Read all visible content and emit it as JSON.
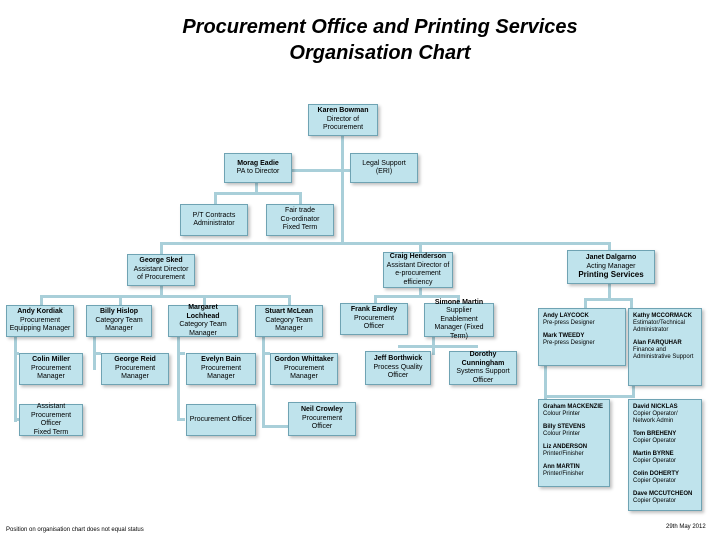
{
  "title": {
    "line1": "Procurement Office and Printing Services",
    "line2": "Organisation Chart"
  },
  "director": {
    "name": "Karen Bowman",
    "role": "Director of Procurement"
  },
  "pa": {
    "name": "Morag Eadie",
    "role": "PA to Director"
  },
  "legal": {
    "line1": "Legal Support",
    "line2": "(ERI)"
  },
  "pt_contracts": {
    "line1": "P/T Contracts",
    "line2": "Administrator"
  },
  "fair_trade": {
    "line1": "Fair trade",
    "line2": "Co-ordinator",
    "line3": "Fixed Term"
  },
  "george_sked": {
    "name": "George Sked",
    "role": "Assistant Director of Procurement"
  },
  "craig_henderson": {
    "name": "Craig Henderson",
    "role": "Assistant Director of e-procurement efficiency"
  },
  "janet_dalgarno": {
    "name": "Janet Dalgarno",
    "role": "Acting Manager",
    "dept": "Printing Services"
  },
  "andy_kordiak": {
    "name": "Andy Kordiak",
    "role": "Procurement Equipping Manager"
  },
  "billy_hislop": {
    "name": "Billy Hislop",
    "role": "Category Team Manager"
  },
  "margaret_lochhead": {
    "name": "Margaret Lochhead",
    "role": "Category Team Manager"
  },
  "stuart_mclean": {
    "name": "Stuart McLean",
    "role": "Category Team Manager"
  },
  "frank_eardley": {
    "name": "Frank Eardley",
    "role": "Procurement Officer"
  },
  "simone_martin": {
    "name": "Simone Martin",
    "role": "Supplier Enablement Manager (Fixed Term)"
  },
  "colin_miller": {
    "name": "Colin Miller",
    "role": "Procurement Manager"
  },
  "george_reid": {
    "name": "George Reid",
    "role": "Procurement Manager"
  },
  "evelyn_bain": {
    "name": "Evelyn Bain",
    "role": "Procurement Manager"
  },
  "gordon_whittaker": {
    "name": "Gordon Whittaker",
    "role": "Procurement Manager"
  },
  "jeff_borthwick": {
    "name": "Jeff Borthwick",
    "role": "Process Quality Officer"
  },
  "dorothy_cunningham": {
    "name": "Dorothy Cunningham",
    "role": "Systems Support Officer"
  },
  "asst_proc_officer": {
    "line1": "Assistant",
    "line2": "Procurement Officer",
    "line3": "Fixed Term"
  },
  "proc_officer": {
    "text": "Procurement Officer"
  },
  "neil_crowley": {
    "name": "Neil Crowley",
    "role": "Procurement Officer"
  },
  "print_team_a": [
    {
      "name": "Andy LAYCOCK",
      "role": "Pre-press Designer"
    },
    {
      "name": "Mark TWEEDY",
      "role": "Pre-press Designer"
    }
  ],
  "print_team_b": [
    {
      "name": "Kathy MCCORMACK",
      "role": "Estimator/Technical Administrator"
    },
    {
      "name": "Alan FARQUHAR",
      "role": "Finance and Administrative Support"
    }
  ],
  "print_team_c": [
    {
      "name": "Graham MACKENZIE",
      "role": "Colour Printer"
    },
    {
      "name": "Billy STEVENS",
      "role": "Colour Printer"
    },
    {
      "name": "Liz ANDERSON",
      "role": "Printer/Finisher"
    },
    {
      "name": "Ann MARTIN",
      "role": "Printer/Finisher"
    }
  ],
  "print_team_d": [
    {
      "name": "David NICKLAS",
      "role": "Copier Operator/ Network Admin"
    },
    {
      "name": "Tom BREHENY",
      "role": "Copier Operator"
    },
    {
      "name": "Martin BYRNE",
      "role": "Copier Operator"
    },
    {
      "name": "Colin DOHERTY",
      "role": "Copier Operator"
    },
    {
      "name": "Dave MCCUTCHEON",
      "role": "Copier Operator"
    }
  ],
  "footer": {
    "note": "Position on organisation chart does not equal status",
    "date": "29th May 2012"
  },
  "colors": {
    "box_fill": "#bfe3ec",
    "box_border": "#6fa3b3",
    "connector": "#a9cfd9"
  }
}
